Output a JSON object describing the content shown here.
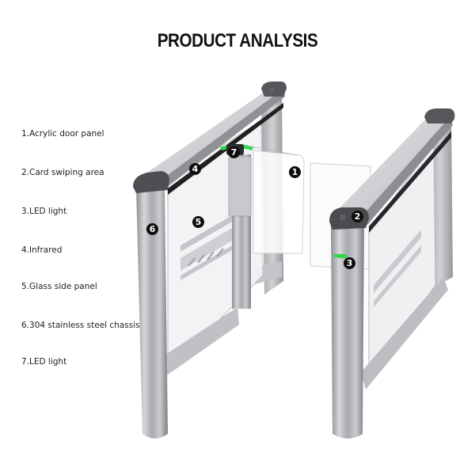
{
  "header": {
    "title": "PRODUCT ANALYSIS"
  },
  "legend": {
    "items": [
      {
        "number": "1",
        "label": "1.Acrylic door panel"
      },
      {
        "number": "2",
        "label": "2.Card swiping area"
      },
      {
        "number": "3",
        "label": "3.LED light"
      },
      {
        "number": "4",
        "label": "4.Infrared"
      },
      {
        "number": "5",
        "label": "5.Glass side panel"
      },
      {
        "number": "6",
        "label": "6.304 stainless steel chassis"
      },
      {
        "number": "7",
        "label": "7.LED light"
      }
    ]
  },
  "callouts": {
    "c1": "1",
    "c2": "2",
    "c3": "3",
    "c4": "4",
    "c5": "5",
    "c6": "6",
    "c7": "7"
  },
  "colors": {
    "led_green": "#2fd94a",
    "steel": "#b9bbbe",
    "end_cap": "#4a4c50",
    "callout_bg": "#0d0d0d"
  }
}
